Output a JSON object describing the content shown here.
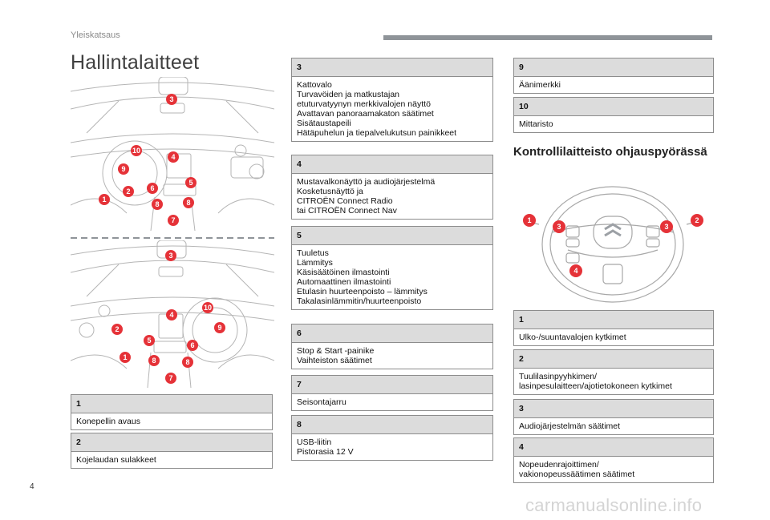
{
  "header": {
    "section": "Yleiskatsaus",
    "bar_color": "#8f9499"
  },
  "title": "Hallintalaitteet",
  "subtitle": "Kontrollilaitteisto ohjauspyörässä",
  "page_number": "4",
  "watermark": "carmanualsonline.info",
  "accent_color": "#e53238",
  "callouts": {
    "dash_top": [
      "1",
      "2",
      "3",
      "4",
      "5",
      "6",
      "7",
      "8",
      "8",
      "9",
      "10"
    ],
    "dash_bottom": [
      "1",
      "2",
      "3",
      "4",
      "5",
      "6",
      "7",
      "8",
      "8",
      "9",
      "10"
    ],
    "wheel": [
      "1",
      "2",
      "3",
      "3",
      "4"
    ]
  },
  "left_items": [
    {
      "num": "1",
      "lines": [
        "Konepellin avaus"
      ]
    },
    {
      "num": "2",
      "lines": [
        "Kojelaudan sulakkeet"
      ]
    }
  ],
  "middle_items": [
    {
      "num": "3",
      "lines": [
        "Kattovalo",
        "Turvavöiden ja matkustajan",
        "etuturvatyynyn merkkivalojen näyttö",
        "Avattavan panoraamakaton säätimet",
        "Sisätaustapeili",
        "Hätäpuhelun ja tiepalvelukutsun painikkeet"
      ]
    },
    {
      "num": "4",
      "lines": [
        "Mustavalkonäyttö ja audiojärjestelmä",
        "Kosketusnäyttö ja",
        "CITROËN Connect Radio",
        "tai CITROËN Connect Nav"
      ]
    },
    {
      "num": "5",
      "lines": [
        "Tuuletus",
        "Lämmitys",
        "Käsisäätöinen ilmastointi",
        "Automaattinen ilmastointi",
        "Etulasin huurteenpoisto – lämmitys",
        "Takalasinlämmitin/huurteenpoisto"
      ]
    },
    {
      "num": "6",
      "lines": [
        "Stop & Start -painike",
        "Vaihteiston säätimet"
      ]
    },
    {
      "num": "7",
      "lines": [
        "Seisontajarru"
      ]
    },
    {
      "num": "8",
      "lines": [
        "USB-liitin",
        "Pistorasia 12 V"
      ]
    }
  ],
  "right_items": [
    {
      "num": "9",
      "lines": [
        "Äänimerkki"
      ]
    },
    {
      "num": "10",
      "lines": [
        "Mittaristo"
      ]
    }
  ],
  "wheel_items": [
    {
      "num": "1",
      "lines": [
        "Ulko-/suuntavalojen kytkimet"
      ]
    },
    {
      "num": "2",
      "lines": [
        "Tuulilasinpyyhkimen/",
        "lasinpesulaitteen/ajotietokoneen kytkimet"
      ]
    },
    {
      "num": "3",
      "lines": [
        "Audiojärjestelmän säätimet"
      ]
    },
    {
      "num": "4",
      "lines": [
        "Nopeudenrajoittimen/",
        "vakionopeussäätimen säätimet"
      ]
    }
  ]
}
